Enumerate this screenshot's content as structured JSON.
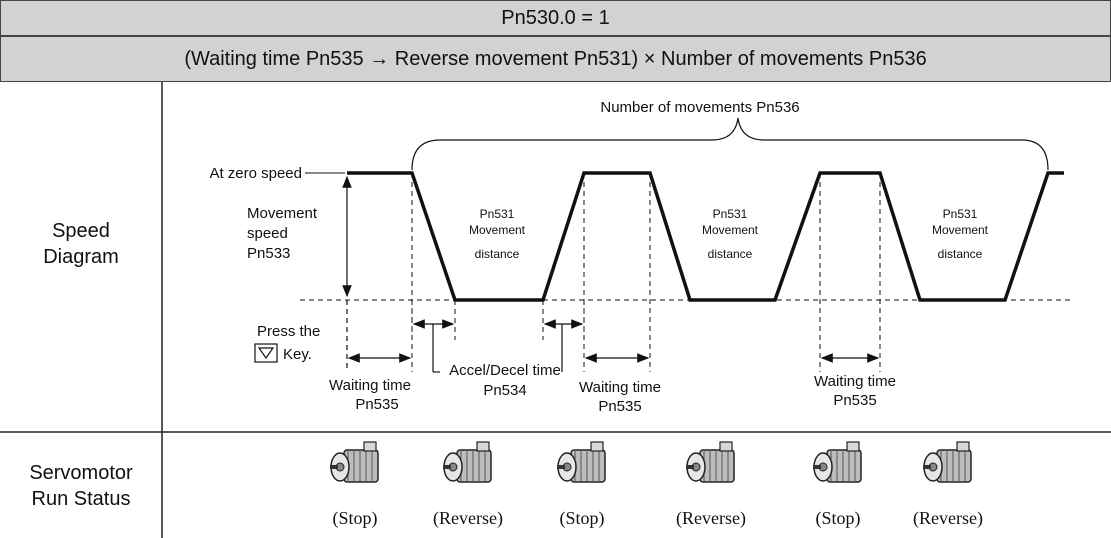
{
  "header": {
    "condition": "Pn530.0 = 1",
    "sequence": "(Waiting time Pn535 → Reverse movement Pn531) × Number of movements Pn536"
  },
  "rows": {
    "speed_diagram_label": [
      "Speed",
      "Diagram"
    ],
    "servomotor_label": [
      "Servomotor",
      "Run Status"
    ]
  },
  "diagram": {
    "number_of_movements": "Number of movements Pn536",
    "at_zero_speed": "At zero speed",
    "movement_speed": [
      "Movement",
      "speed",
      "Pn533"
    ],
    "press_the": "Press the",
    "key": "Key.",
    "key_icon": "down-triangle-key-icon",
    "segments": [
      {
        "title": "Pn531",
        "line2": "Movement",
        "line3": "distance"
      },
      {
        "title": "Pn531",
        "line2": "Movement",
        "line3": "distance"
      },
      {
        "title": "Pn531",
        "line2": "Movement",
        "line3": "distance"
      }
    ],
    "accel_decel": [
      "Accel/Decel time",
      "Pn534"
    ],
    "waiting_times": [
      [
        "Waiting time",
        "Pn535"
      ],
      [
        "Waiting time",
        "Pn535"
      ],
      [
        "Waiting time",
        "Pn535"
      ]
    ]
  },
  "run_status": [
    "(Stop)",
    "(Reverse)",
    "(Stop)",
    "(Reverse)",
    "(Stop)",
    "(Reverse)"
  ],
  "motor_icon": "servomotor-icon"
}
